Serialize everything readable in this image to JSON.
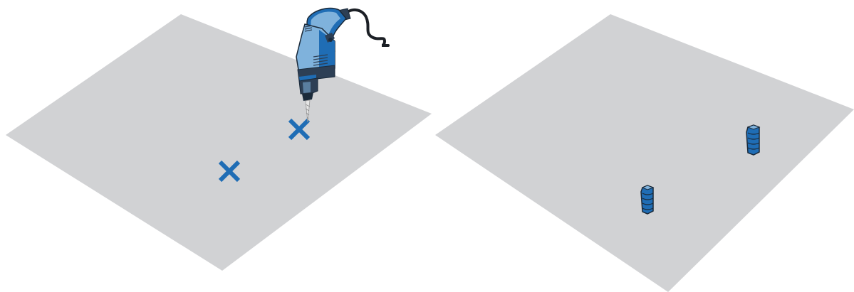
{
  "panels": [
    {
      "name": "before-drilling",
      "surface": "flat-panel",
      "marks": [
        "cross-mark",
        "cross-mark"
      ],
      "tool": "electric-drill-icon"
    },
    {
      "name": "after-inserting-anchors",
      "surface": "flat-panel",
      "items": [
        "wall-anchor-icon",
        "wall-anchor-icon"
      ]
    }
  ],
  "colors": {
    "surface": "#d1d2d4",
    "accent": "#1f6db5",
    "drill_body": "#1f6db5",
    "drill_light": "#7fb2dc",
    "drill_dark": "#2d3f55",
    "outline": "#1b2a3a"
  }
}
